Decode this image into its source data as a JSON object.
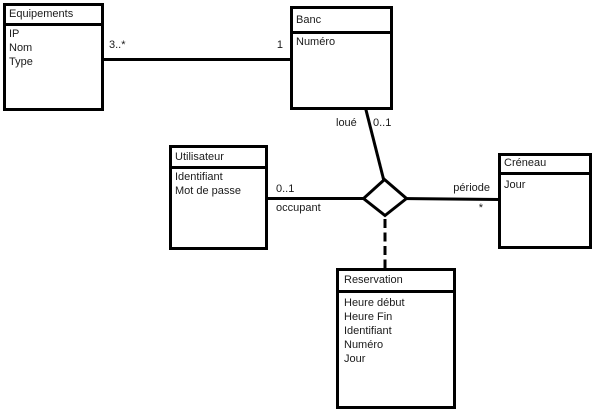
{
  "diagram": {
    "type": "uml-class-diagram",
    "classes": [
      {
        "name": "Equipements",
        "attributes": [
          "IP",
          "Nom",
          "Type"
        ]
      },
      {
        "name": "Banc",
        "attributes": [
          "Numéro"
        ]
      },
      {
        "name": "Utilisateur",
        "attributes": [
          "Identifiant",
          "Mot de passe"
        ]
      },
      {
        "name": "Créneau",
        "attributes": [
          "Jour"
        ]
      },
      {
        "name": "Reservation",
        "attributes": [
          "Heure début",
          "Heure Fin",
          "Identifiant",
          "Numéro",
          "Jour"
        ]
      }
    ],
    "associations": [
      {
        "from": "Equipements",
        "to": "Banc",
        "from_multiplicity": "3..*",
        "to_multiplicity": "1"
      },
      {
        "from": "Banc",
        "to": "diamond",
        "role": "loué",
        "multiplicity": "0..1"
      },
      {
        "from": "Utilisateur",
        "to": "diamond",
        "role": "occupant",
        "multiplicity": "0..1"
      },
      {
        "from": "Créneau",
        "to": "diamond",
        "role": "période",
        "multiplicity": "*"
      },
      {
        "from": "diamond",
        "to": "Reservation",
        "style": "dashed"
      }
    ],
    "colors": {
      "line": "#000000",
      "text": "#1a1a1a",
      "background": "#ffffff"
    }
  }
}
